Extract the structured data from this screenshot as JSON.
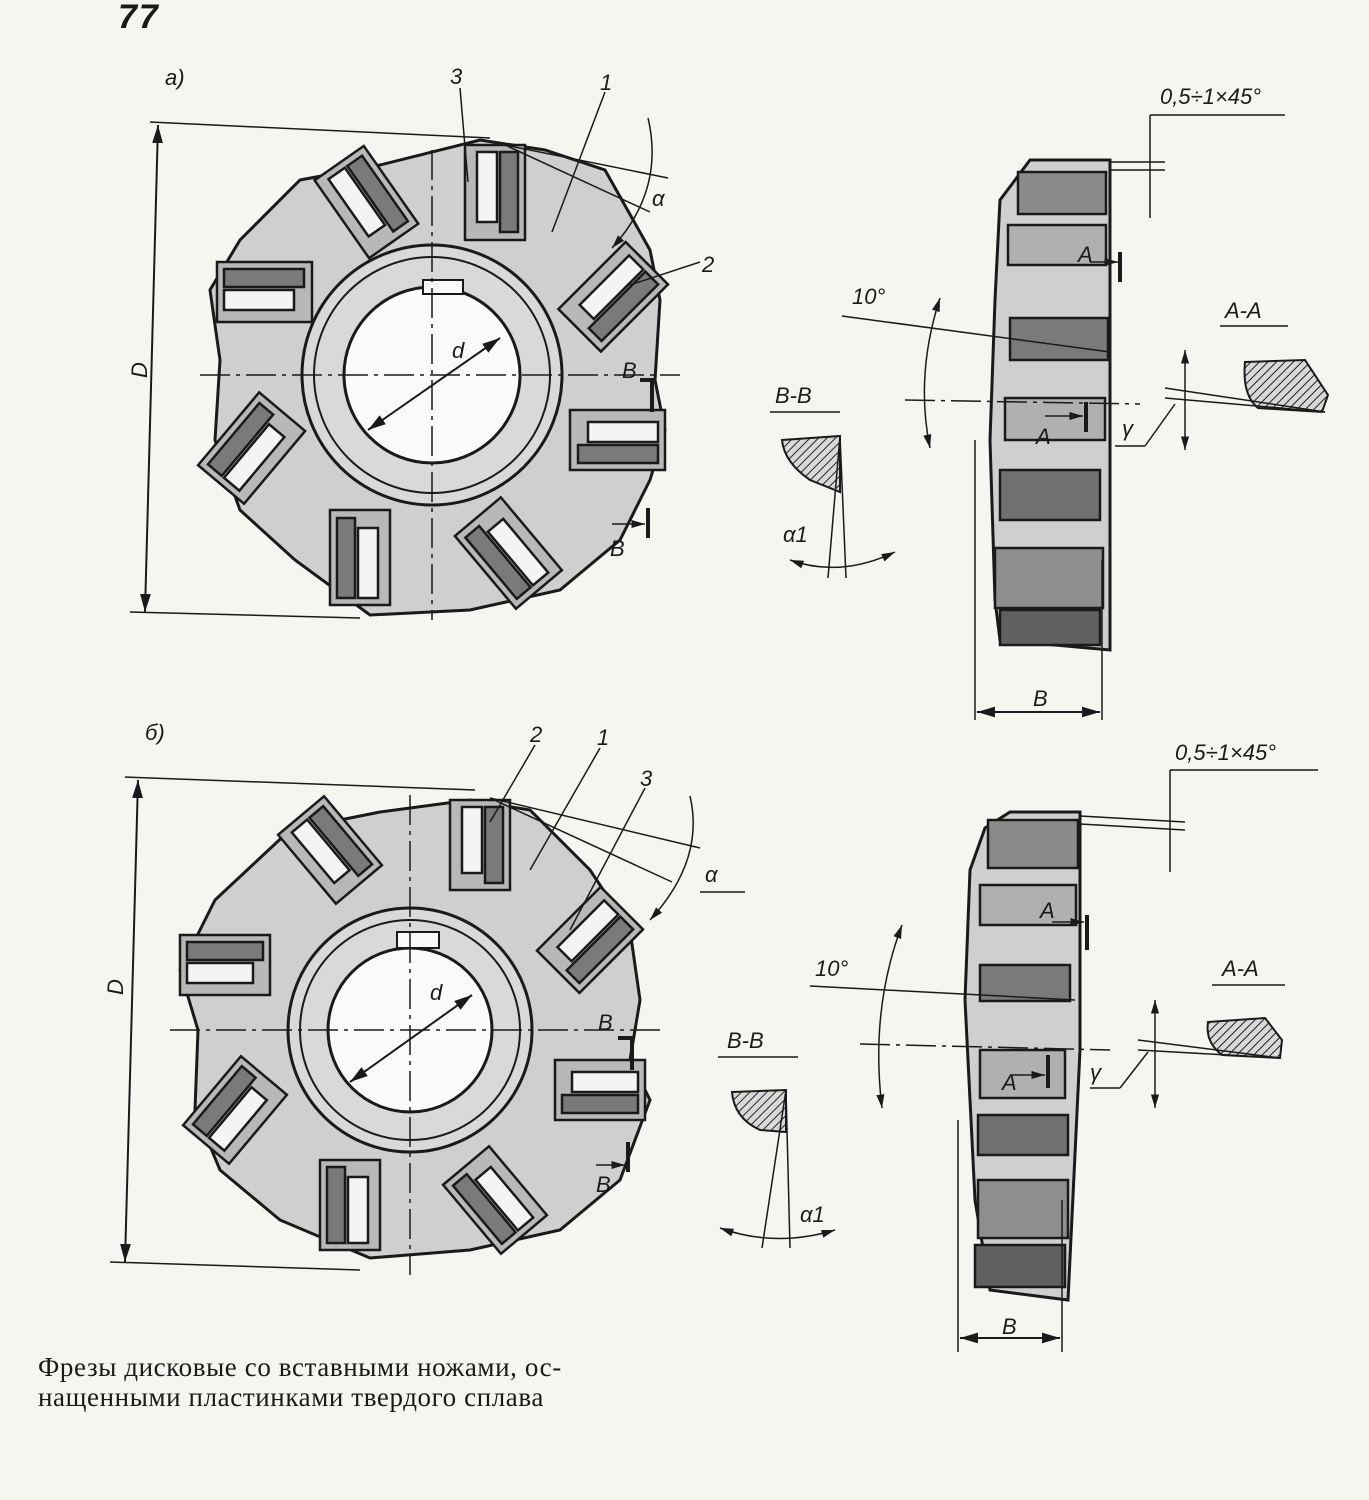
{
  "figure_number": "77",
  "caption": {
    "line1": "Фрезы дисковые со вставными ножами, ос-",
    "line2": "нащенными пластинками твердого сплава"
  },
  "view_a": {
    "title": "а)",
    "callouts": {
      "n1": "1",
      "n2": "2",
      "n3": "3"
    },
    "diameter": "D",
    "bore": "d",
    "alpha": "α",
    "section_mark": "B",
    "section": {
      "title": "B-B",
      "angle": "α1"
    },
    "side": {
      "chamfer": "0,5÷1×45°",
      "angle": "10°",
      "section_mark": "A",
      "section_title": "A-A",
      "gamma": "γ",
      "width": "B"
    }
  },
  "view_b": {
    "title": "б)",
    "callouts": {
      "n1": "1",
      "n2": "2",
      "n3": "3"
    },
    "diameter": "D",
    "bore": "d",
    "alpha": "α",
    "section_mark": "B",
    "section": {
      "title": "B-B",
      "angle": "α1"
    },
    "side": {
      "chamfer": "0,5÷1×45°",
      "angle": "10°",
      "section_mark": "A",
      "section_title": "A-A",
      "gamma": "γ",
      "width": "B"
    }
  }
}
